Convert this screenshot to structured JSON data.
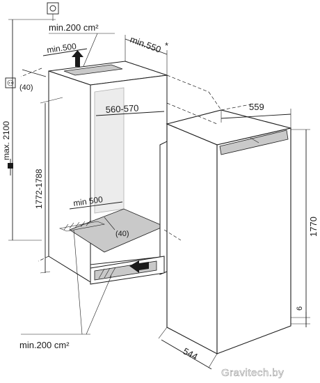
{
  "dimensions": {
    "vent_top": "min.200 cm²",
    "top_depth": "min.500",
    "niche_depth": "min.550",
    "asterisk": "*",
    "offset_top": "(40)",
    "niche_width": "560-570",
    "max_height": "max. 2100",
    "niche_height": "1772-1788",
    "bottom_depth": "min 500",
    "offset_bottom": "(40)",
    "vent_bottom": "min.200 cm²",
    "appliance_width": "559",
    "appliance_height": "1770",
    "plinth": "6",
    "appliance_depth": "544"
  },
  "watermark": "Gravitech.by",
  "icons": {
    "ground_symbol": "ground-symbol-icon",
    "power_socket": "power-socket-icon",
    "plug": "plug-icon",
    "airflow_up": "arrow-up-icon",
    "airflow_in": "arrow-left-icon"
  },
  "colors": {
    "line": "#1a1a1a",
    "shade": "#c9c9c9",
    "background": "#ffffff"
  }
}
